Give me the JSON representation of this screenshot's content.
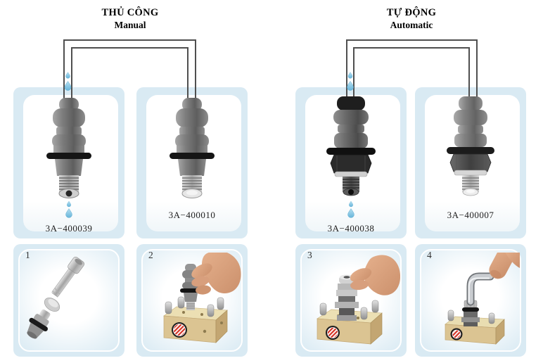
{
  "groups": [
    {
      "id": "manual",
      "title": "THỦ CÔNG",
      "subtitle": "Manual",
      "products": [
        {
          "part_number": "3A−400039",
          "step": "1",
          "drip": true
        },
        {
          "part_number": "3A−400010",
          "step": "2",
          "drip": false
        }
      ]
    },
    {
      "id": "automatic",
      "title": "TỰ ĐỘNG",
      "subtitle": "Automatic",
      "products": [
        {
          "part_number": "3A−400038",
          "step": "3",
          "drip": true
        },
        {
          "part_number": "3A−400007",
          "step": "4",
          "drip": false
        }
      ]
    }
  ],
  "colors": {
    "panel_blue": "#d9eaf3",
    "tube_line": "#4f4f4f",
    "droplet_blue": "#7fc1e0",
    "brass_block": "#dbc492",
    "label_red": "#d63426"
  }
}
